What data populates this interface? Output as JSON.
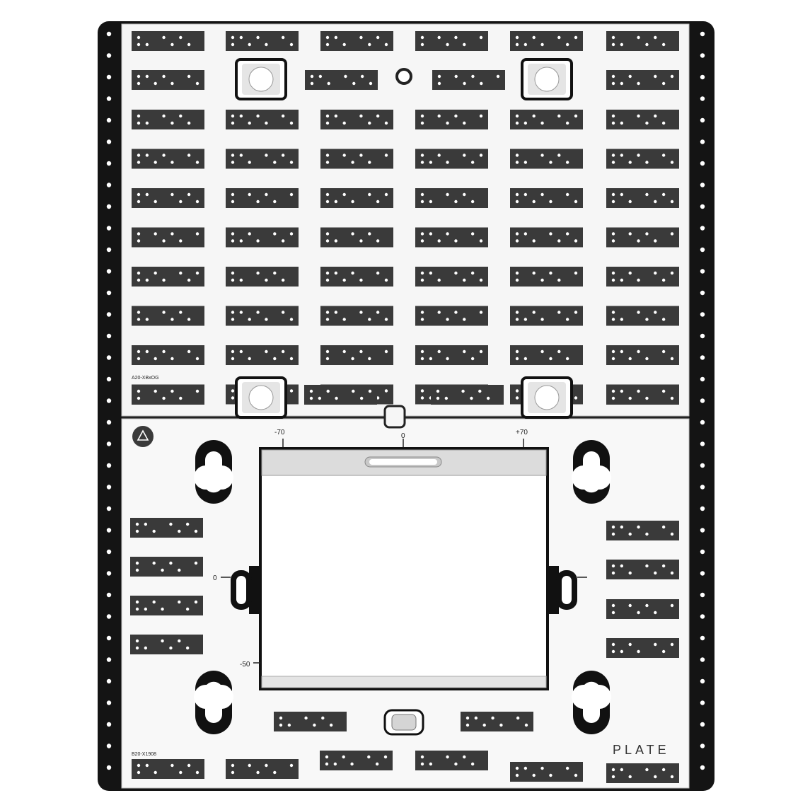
{
  "brand": "PLATE",
  "upper_plate_code": "A20-XBxOG",
  "lower_plate_code": "B20-X1908",
  "scale": {
    "top_left": "-70",
    "top_center": "0",
    "top_right": "+70",
    "left_mid": "0",
    "left_bottom": "-50"
  },
  "logo_symbol": "△",
  "colors": {
    "frame": "#141414",
    "plate": "#f6f6f6",
    "tile": "#3a3a3a",
    "tile_dot": "#ffffff",
    "metal": "#dcdcdc"
  },
  "icons": {
    "logo": "triangle-icon",
    "slot": "keyhole-slot-icon",
    "mount": "square-mount-icon"
  }
}
